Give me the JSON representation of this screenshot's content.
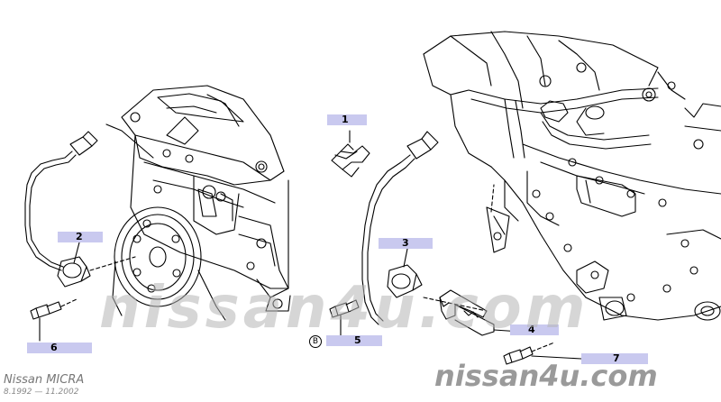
{
  "callouts": [
    {
      "id": "1",
      "label": "1"
    },
    {
      "id": "2",
      "label": "2"
    },
    {
      "id": "3",
      "label": "3"
    },
    {
      "id": "4",
      "label": "4"
    },
    {
      "id": "5",
      "label": "5"
    },
    {
      "id": "6",
      "label": "6"
    },
    {
      "id": "7",
      "label": "7"
    }
  ],
  "marker_b": "B",
  "watermark_text": "nissan4u.com",
  "brand_text": "nissan4u.com",
  "model": {
    "title": "Nissan MICRA",
    "years": "8.1992 — 11.2002"
  },
  "colors": {
    "callout_bar": "#c9c9ef",
    "line": "#000000",
    "watermark": "#b4b4b4"
  }
}
